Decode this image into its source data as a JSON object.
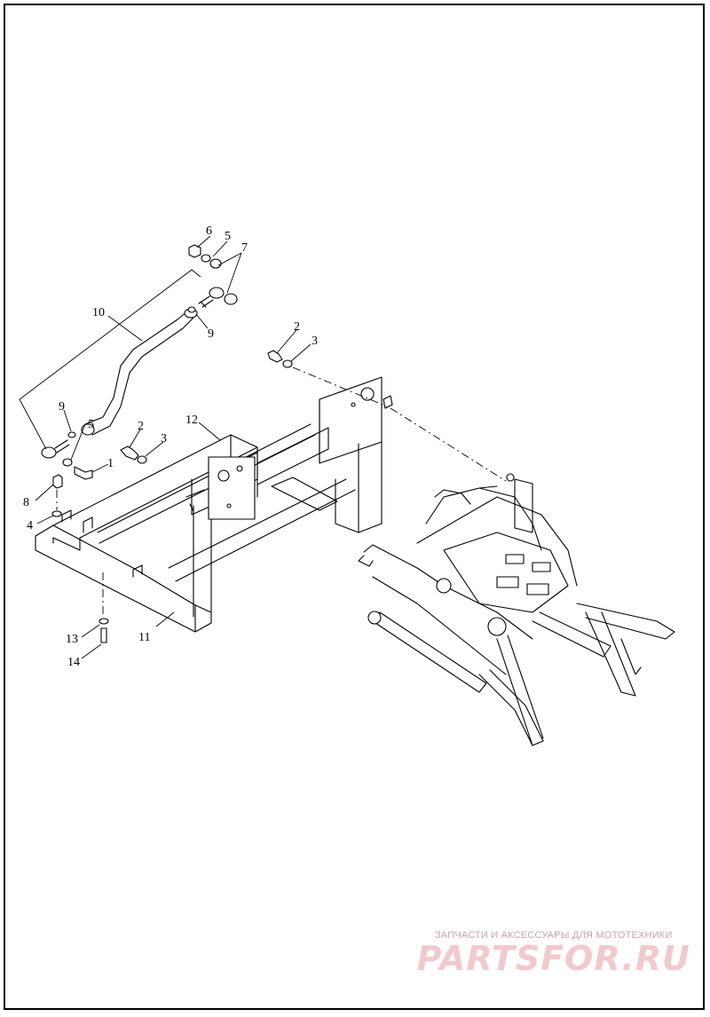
{
  "diagram": {
    "callouts": [
      {
        "id": "c6",
        "text": "6"
      },
      {
        "id": "c5a",
        "text": "5"
      },
      {
        "id": "c7",
        "text": "7"
      },
      {
        "id": "c10",
        "text": "10"
      },
      {
        "id": "c9a",
        "text": "9"
      },
      {
        "id": "c2a",
        "text": "2"
      },
      {
        "id": "c3a",
        "text": "3"
      },
      {
        "id": "c9b",
        "text": "9"
      },
      {
        "id": "c5b",
        "text": "5"
      },
      {
        "id": "c2b",
        "text": "2"
      },
      {
        "id": "c3b",
        "text": "3"
      },
      {
        "id": "c12",
        "text": "12"
      },
      {
        "id": "c1",
        "text": "1"
      },
      {
        "id": "c8",
        "text": "8"
      },
      {
        "id": "c4",
        "text": "4"
      },
      {
        "id": "c13",
        "text": "13"
      },
      {
        "id": "c11",
        "text": "11"
      },
      {
        "id": "c14",
        "text": "14"
      }
    ]
  },
  "watermark": {
    "tagline": "ЗАПЧАСТИ И АКСЕССУАРЫ ДЛЯ МОТОТЕХНИКИ",
    "logo": "PARTSFOR.RU"
  }
}
